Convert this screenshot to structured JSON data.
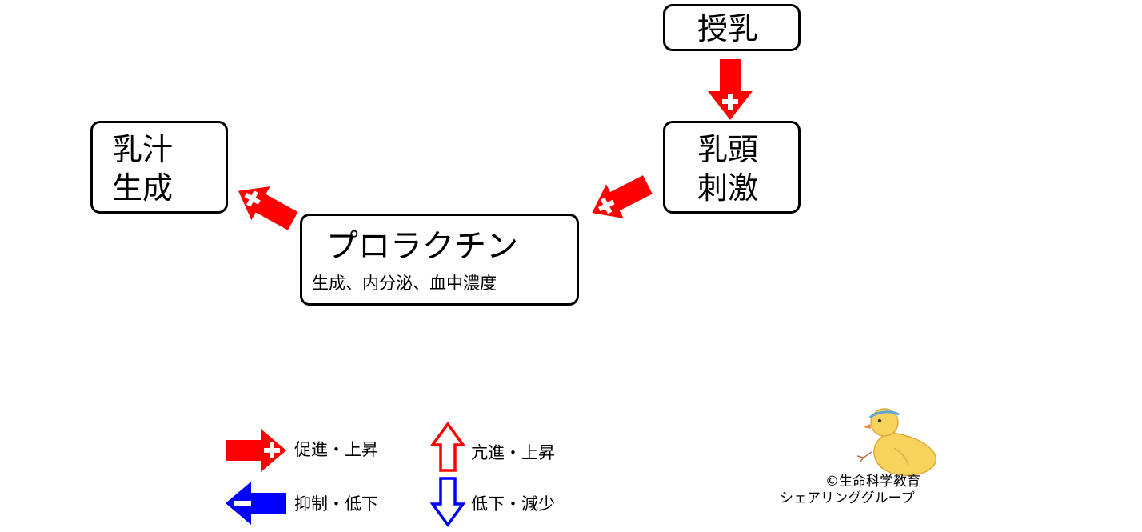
{
  "nodes": {
    "suckling": {
      "label": "授乳"
    },
    "nipple": {
      "line1": "乳頭",
      "line2": "刺激"
    },
    "prolactin": {
      "title": "プロラクチン",
      "detail": "生成、内分泌、血中濃度"
    },
    "milk": {
      "line1": "乳汁",
      "line2": "生成"
    }
  },
  "legend": {
    "promote": "促進・上昇",
    "suppress": "抑制・低下",
    "enhance": "亢進・上昇",
    "decrease": "低下・減少"
  },
  "credit": {
    "line1": "©生命科学教育",
    "line2": "シェアリンググループ"
  },
  "colors": {
    "promote": "#ff0000",
    "suppress": "#0000ff",
    "border": "#000000"
  }
}
